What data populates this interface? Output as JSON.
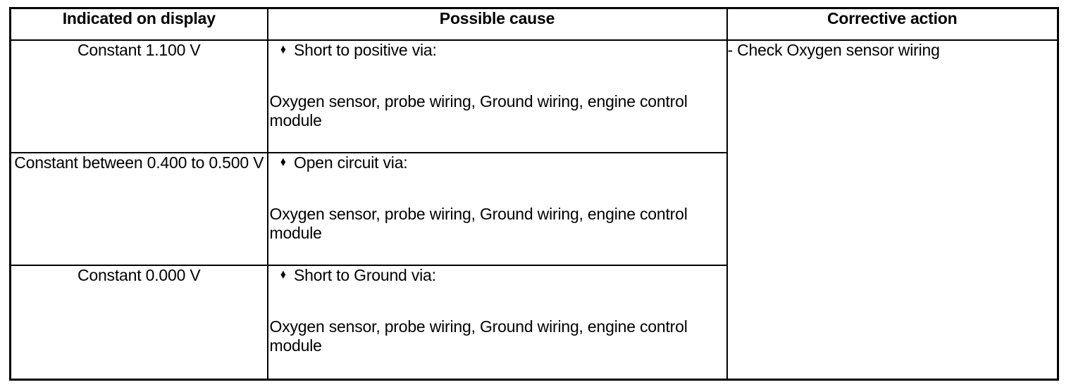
{
  "table": {
    "headers": [
      {
        "label": "Indicated on display"
      },
      {
        "label": "Possible cause"
      },
      {
        "label": "Corrective action"
      }
    ],
    "rows": [
      {
        "indicated": "Constant 1.100 V",
        "cause_bullet_glyph": "♦",
        "cause_bullet": "Short to positive via:",
        "cause_detail": "Oxygen sensor, probe wiring, Ground wiring, engine control module"
      },
      {
        "indicated": "Constant between 0.400 to 0.500 V",
        "cause_bullet_glyph": "♦",
        "cause_bullet": "Open circuit via:",
        "cause_detail": "Oxygen sensor, probe wiring, Ground wiring, engine control module"
      },
      {
        "indicated": "Constant 0.000 V",
        "cause_bullet_glyph": "♦",
        "cause_bullet": "Short to Ground via:",
        "cause_detail": "Oxygen sensor, probe wiring, Ground wiring, engine control module"
      }
    ],
    "corrective_action": "- Check Oxygen sensor wiring"
  },
  "colors": {
    "text": "#000000",
    "border": "#000000",
    "background": "#ffffff"
  }
}
